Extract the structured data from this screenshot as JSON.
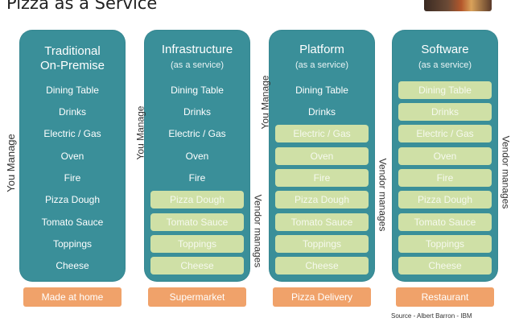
{
  "title": "Pizza as a Service",
  "columns": [
    {
      "title": "Traditional",
      "title2": "On-Premise",
      "subtitle": "",
      "footer": "Made at home"
    },
    {
      "title": "Infrastructure",
      "title2": "",
      "subtitle": "(as a service)",
      "footer": "Supermarket"
    },
    {
      "title": "Platform",
      "title2": "",
      "subtitle": "(as a service)",
      "footer": "Pizza Delivery"
    },
    {
      "title": "Software",
      "title2": "",
      "subtitle": "(as a service)",
      "footer": "Restaurant"
    }
  ],
  "items": [
    "Dining Table",
    "Drinks",
    "Electric / Gas",
    "Oven",
    "Fire",
    "Pizza Dough",
    "Tomato Sauce",
    "Toppings",
    "Cheese"
  ],
  "vendor_start": [
    9,
    5,
    2,
    0
  ],
  "labels": {
    "you_manage": "You Manage",
    "vendor_manages": "Vendor manages"
  },
  "source": "Source - Albert Barron - IBM",
  "colors": {
    "panel": "#3a8f99",
    "vendor_item": "#cfe0a6",
    "footer": "#f0a26a"
  }
}
